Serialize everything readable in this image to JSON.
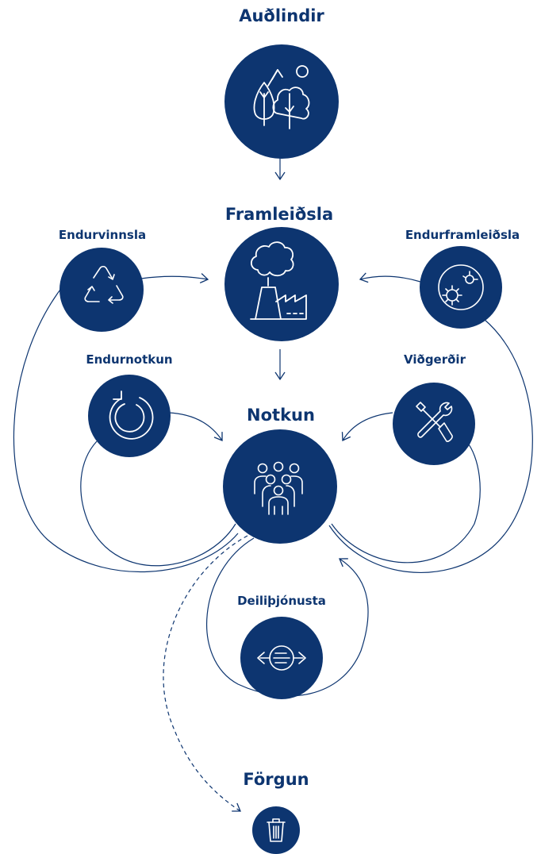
{
  "colors": {
    "node_fill": "#0d3570",
    "icon_stroke": "#ffffff",
    "line": "#0d3570",
    "label": "#0d3570"
  },
  "nodes": {
    "audlindir": {
      "label": "Auðlindir",
      "icon": "nature-icon"
    },
    "framleidsla": {
      "label": "Framleiðsla",
      "icon": "factory-icon"
    },
    "notkun": {
      "label": "Notkun",
      "icon": "people-icon"
    },
    "endurvinnsla": {
      "label": "Endurvinnsla",
      "icon": "recycle-icon"
    },
    "endurframleidsla": {
      "label": "Endurframleiðsla",
      "icon": "gears-icon"
    },
    "endurnotkun": {
      "label": "Endurnotkun",
      "icon": "reuse-arrow-icon"
    },
    "vidgerdir": {
      "label": "Viðgerðir",
      "icon": "repair-tools-icon"
    },
    "deilithjonusta": {
      "label": "Deiliþjónusta",
      "icon": "sharing-icon"
    },
    "forgun": {
      "label": "Förgun",
      "icon": "trash-icon"
    }
  }
}
